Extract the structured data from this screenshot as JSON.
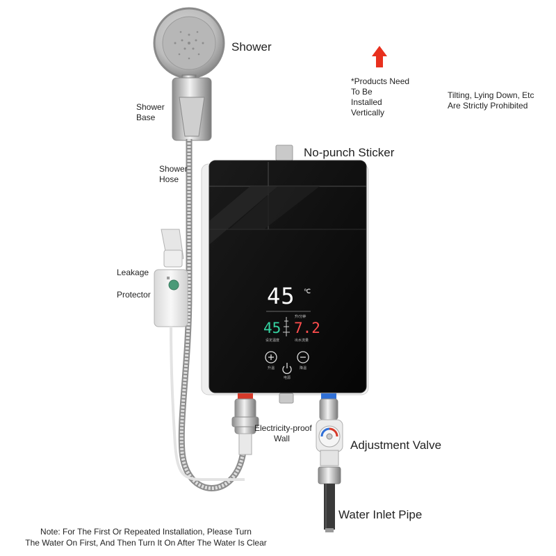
{
  "labels": {
    "shower": "Shower",
    "shower_base_line1": "Shower",
    "shower_base_line2": "Base",
    "shower_hose_line1": "Shower",
    "shower_hose_line2": "Hose",
    "leakage": "Leakage",
    "protector": "Protector",
    "no_punch_sticker": "No-punch Sticker",
    "electricity_proof_line1": "Electricity-proof",
    "electricity_proof_line2": "Wall",
    "adjustment_valve": "Adjustment Valve",
    "water_inlet_pipe": "Water Inlet Pipe"
  },
  "install_notice": {
    "line1": "*Products Need",
    "line2": "To Be",
    "line3": "Installed",
    "line4": "Vertically",
    "warning_line1": "Tilting, Lying Down, Etc",
    "warning_line2": "Are Strictly Prohibited"
  },
  "footer_note": {
    "line1": "Note: For The First Or Repeated Installation, Please Turn",
    "line2": "The Water On First, And Then Turn It On After The Water Is Clear"
  },
  "display": {
    "main_temperature": "45",
    "main_unit": "℃",
    "set_temperature": "45",
    "flow_rate": "7.2",
    "flow_unit": "升/分钟",
    "set_temp_label": "设定温度",
    "flow_label": "出水流量",
    "plus_label": "升温",
    "minus_label": "降温",
    "power_label": "电源"
  },
  "colors": {
    "arrow": "#e8301e",
    "panel": "#0b0b0b",
    "set_temp_digits": "#35d3a1",
    "flow_digits": "#ff4d4d",
    "hot_ring": "#d63a2a",
    "cold_ring": "#2f6fd6"
  },
  "icons": [
    "up-arrow-icon",
    "plus-icon",
    "minus-icon",
    "power-icon",
    "shower-spray-icon"
  ]
}
